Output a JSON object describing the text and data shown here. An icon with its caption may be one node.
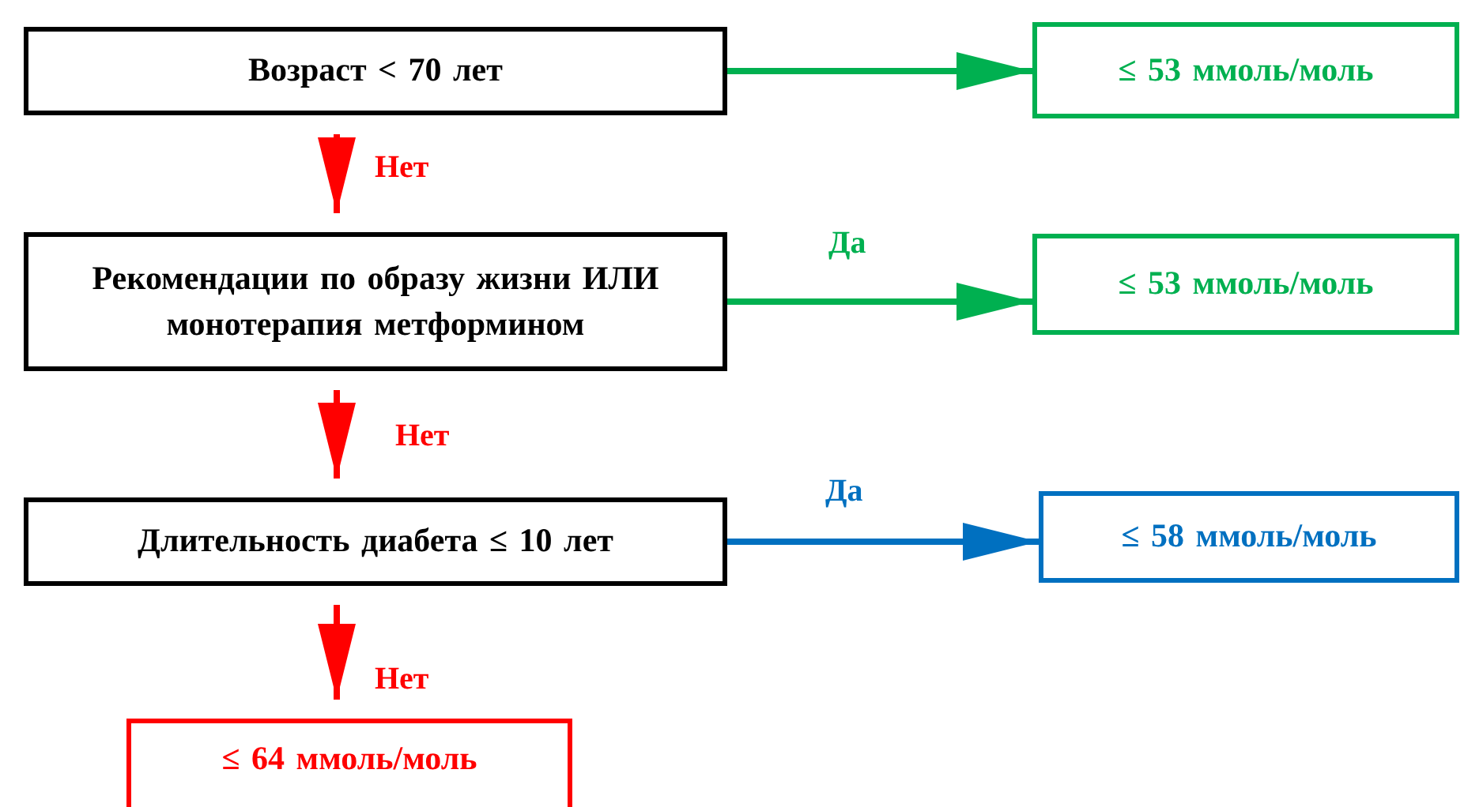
{
  "diagram": {
    "nodes": [
      {
        "text": [
          "Возраст < 70 лет"
        ]
      },
      {
        "text": [
          "≤ 53 ммоль/моль"
        ]
      },
      {
        "text": [
          "Рекомендации по образу жизни ИЛИ монотерапия метформином"
        ]
      },
      {
        "text": [
          "≤ 53 ммоль/моль"
        ]
      },
      {
        "text": [
          "Длительность диабета ≤ 10 лет"
        ]
      },
      {
        "text": [
          "≤ 58 ммоль/моль"
        ]
      },
      {
        "text": [
          "≤ 64 ммоль/моль"
        ]
      }
    ],
    "edges": [
      {
        "from": 0,
        "to": 1,
        "arrow": "to",
        "color": "#00b050"
      },
      {
        "from": 0,
        "to": 2,
        "arrow": "to",
        "label": "Нет"
      },
      {
        "from": 2,
        "to": 3,
        "arrow": "to",
        "label": "Да",
        "color": "#00b050"
      },
      {
        "from": 2,
        "to": 4,
        "arrow": "to",
        "label": "Нет"
      },
      {
        "from": 4,
        "to": 5,
        "arrow": "to",
        "label": "Да",
        "color": "#0070c0"
      },
      {
        "from": 4,
        "to": 6,
        "arrow": "to",
        "label": "Нет"
      }
    ]
  }
}
